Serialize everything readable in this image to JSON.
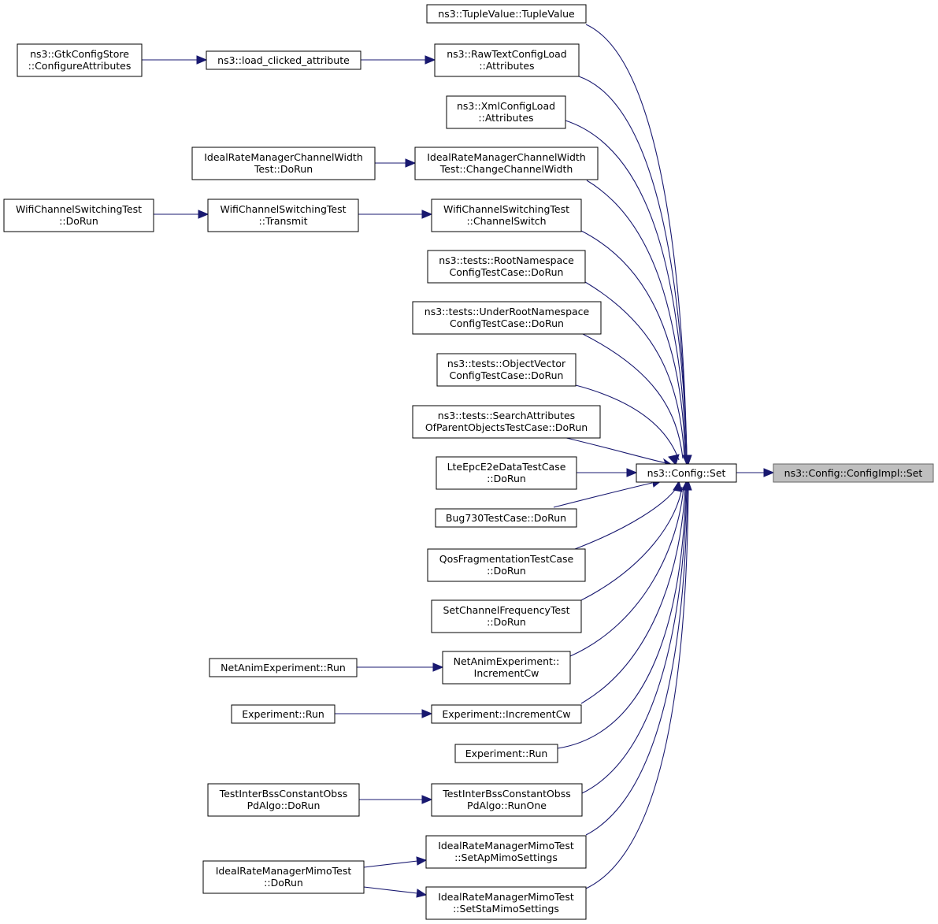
{
  "colors": {
    "edge": "#191970",
    "root_fill": "#bfbfbf",
    "node_border": "#000000"
  },
  "nodes": {
    "config_impl_set": [
      "ns3::Config::ConfigImpl::Set"
    ],
    "config_set": [
      "ns3::Config::Set"
    ],
    "tuple_value": [
      "ns3::TupleValue::TupleValue"
    ],
    "raw_text_attributes": [
      "ns3::RawTextConfigLoad",
      "::Attributes"
    ],
    "load_clicked_attribute": [
      "ns3::load_clicked_attribute"
    ],
    "gtk_configure_attributes": [
      "ns3::GtkConfigStore",
      "::ConfigureAttributes"
    ],
    "xml_attributes": [
      "ns3::XmlConfigLoad",
      "::Attributes"
    ],
    "ideal_cw_change": [
      "IdealRateManagerChannelWidth",
      "Test::ChangeChannelWidth"
    ],
    "ideal_cw_dorun": [
      "IdealRateManagerChannelWidth",
      "Test::DoRun"
    ],
    "wifi_cs_switch": [
      "WifiChannelSwitchingTest",
      "::ChannelSwitch"
    ],
    "wifi_cs_transmit": [
      "WifiChannelSwitchingTest",
      "::Transmit"
    ],
    "wifi_cs_dorun": [
      "WifiChannelSwitchingTest",
      "::DoRun"
    ],
    "root_ns_test": [
      "ns3::tests::RootNamespace",
      "ConfigTestCase::DoRun"
    ],
    "under_root_ns_test": [
      "ns3::tests::UnderRootNamespace",
      "ConfigTestCase::DoRun"
    ],
    "object_vector_test": [
      "ns3::tests::ObjectVector",
      "ConfigTestCase::DoRun"
    ],
    "search_attributes_test": [
      "ns3::tests::SearchAttributes",
      "OfParentObjectsTestCase::DoRun"
    ],
    "lte_epc_test": [
      "LteEpcE2eDataTestCase",
      "::DoRun"
    ],
    "bug730_test": [
      "Bug730TestCase::DoRun"
    ],
    "qos_frag_test": [
      "QosFragmentationTestCase",
      "::DoRun"
    ],
    "set_channel_freq_test": [
      "SetChannelFrequencyTest",
      "::DoRun"
    ],
    "netanim_increment_cw": [
      "NetAnimExperiment::",
      "IncrementCw"
    ],
    "netanim_run": [
      "NetAnimExperiment::Run"
    ],
    "experiment_increment_cw": [
      "Experiment::IncrementCw"
    ],
    "experiment_run_a": [
      "Experiment::Run"
    ],
    "experiment_run_b": [
      "Experiment::Run"
    ],
    "interbss_runone": [
      "TestInterBssConstantObss",
      "PdAlgo::RunOne"
    ],
    "interbss_dorun": [
      "TestInterBssConstantObss",
      "PdAlgo::DoRun"
    ],
    "mimo_set_ap": [
      "IdealRateManagerMimoTest",
      "::SetApMimoSettings"
    ],
    "mimo_set_sta": [
      "IdealRateManagerMimoTest",
      "::SetStaMimoSettings"
    ],
    "mimo_dorun": [
      "IdealRateManagerMimoTest",
      "::DoRun"
    ]
  }
}
